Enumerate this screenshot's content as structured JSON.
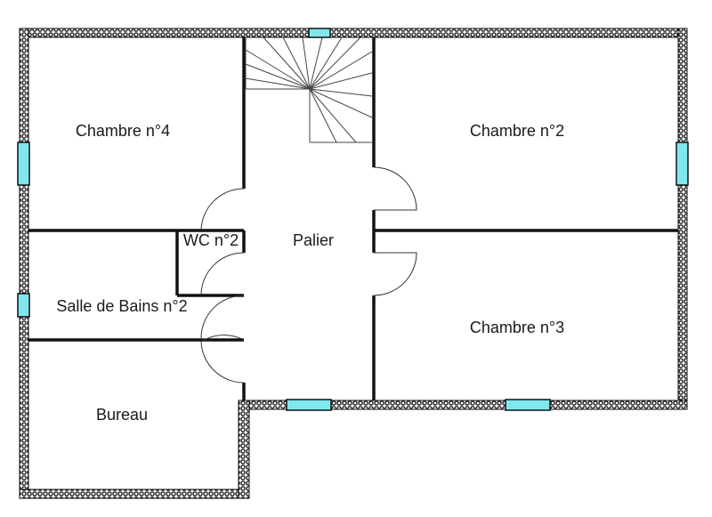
{
  "floor_plan": {
    "rooms": {
      "chambre_4": "Chambre n°4",
      "chambre_2": "Chambre n°2",
      "chambre_3": "Chambre n°3",
      "wc_2": "WC n°2",
      "palier": "Palier",
      "salle_de_bains_2": "Salle de Bains n°2",
      "bureau": "Bureau"
    },
    "colors": {
      "wall": "#111111",
      "window": "#7fe8ee",
      "background": "#ffffff"
    }
  }
}
